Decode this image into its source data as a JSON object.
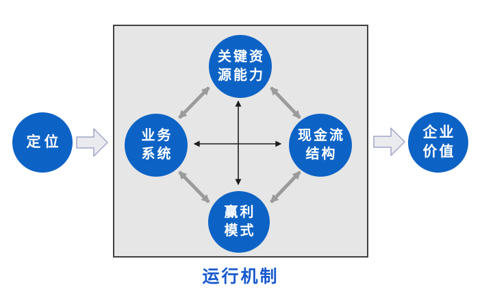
{
  "diagram": {
    "outside": {
      "left_node": {
        "label": "定位"
      },
      "right_node": {
        "lines": [
          "企业",
          "价值"
        ]
      }
    },
    "box": {
      "caption": "运行机制",
      "nodes": {
        "top": {
          "lines": [
            "关键资",
            "源能力"
          ]
        },
        "left": {
          "lines": [
            "业务",
            "系统"
          ]
        },
        "right": {
          "lines": [
            "现金流",
            "结构"
          ]
        },
        "bottom": {
          "lines": [
            "赢利",
            "模式"
          ]
        }
      }
    },
    "colors": {
      "node_blue": "#0D63C5",
      "node_text": "#FFFFFF",
      "box_fill": "#E6E6E6",
      "box_border": "#3F3F3F",
      "gray_arrow": "#9B9B9B",
      "black_arrow": "#1C1C1C",
      "caption_blue": "#1659CE",
      "block_arrow_fill": "#EAEBEF",
      "block_arrow_stroke": "#9EA5C8"
    }
  }
}
